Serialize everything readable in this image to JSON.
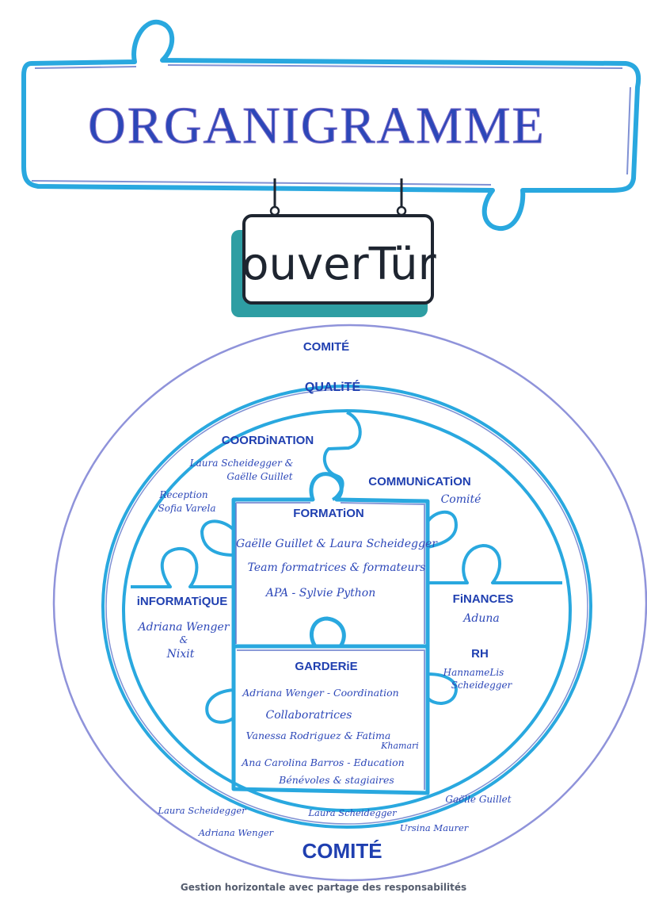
{
  "title": "ORGANIGRAMME",
  "logo": "ouverTür",
  "rings": {
    "outer_label": "COMITÉ",
    "middle_label": "QUALiTÉ",
    "bottom_label": "COMITÉ"
  },
  "sections": {
    "coordination": {
      "label": "COORDiNATION",
      "people": [
        "Laura Scheidegger &",
        "Gaëlle Guillet"
      ]
    },
    "reception": {
      "lines": [
        "Reception",
        "Sofia Varela"
      ]
    },
    "communication": {
      "label": "COMMUNiCATiON",
      "people": [
        "Comité"
      ]
    },
    "formation": {
      "label": "FORMATiON",
      "people": [
        "Gaëlle Guillet & Laura Scheidegger",
        "Team formatrices & formateurs",
        "APA - Sylvie Python"
      ]
    },
    "informatique": {
      "label": "iNFORMATiQUE",
      "people": [
        "Adriana Wenger",
        "&",
        "Nixit"
      ]
    },
    "finances": {
      "label": "FiNANCES",
      "people": [
        "Aduna"
      ]
    },
    "rh": {
      "label": "RH",
      "people": [
        "HannameLis",
        "Scheidegger"
      ]
    },
    "garderie": {
      "label": "GARDERiE",
      "people": [
        "Adriana Wenger - Coordination",
        "Collaboratrices",
        "Vanessa Rodriguez & Fatima",
        "Khamari",
        "Ana Carolina Barros - Education",
        "Bénévoles & stagiaires"
      ]
    }
  },
  "committee": [
    "Laura Scheidegger",
    "Adriana Wenger",
    "Laura Scheidegger",
    "Gaëlle Guillet",
    "Ursina Maurer"
  ],
  "footer": "Gestion horizontale avec partage des responsabilités",
  "colors": {
    "blue": "#2c47b8",
    "cyan": "#29a8df",
    "teal": "#2e9ea3",
    "lavender": "#8f93da"
  }
}
